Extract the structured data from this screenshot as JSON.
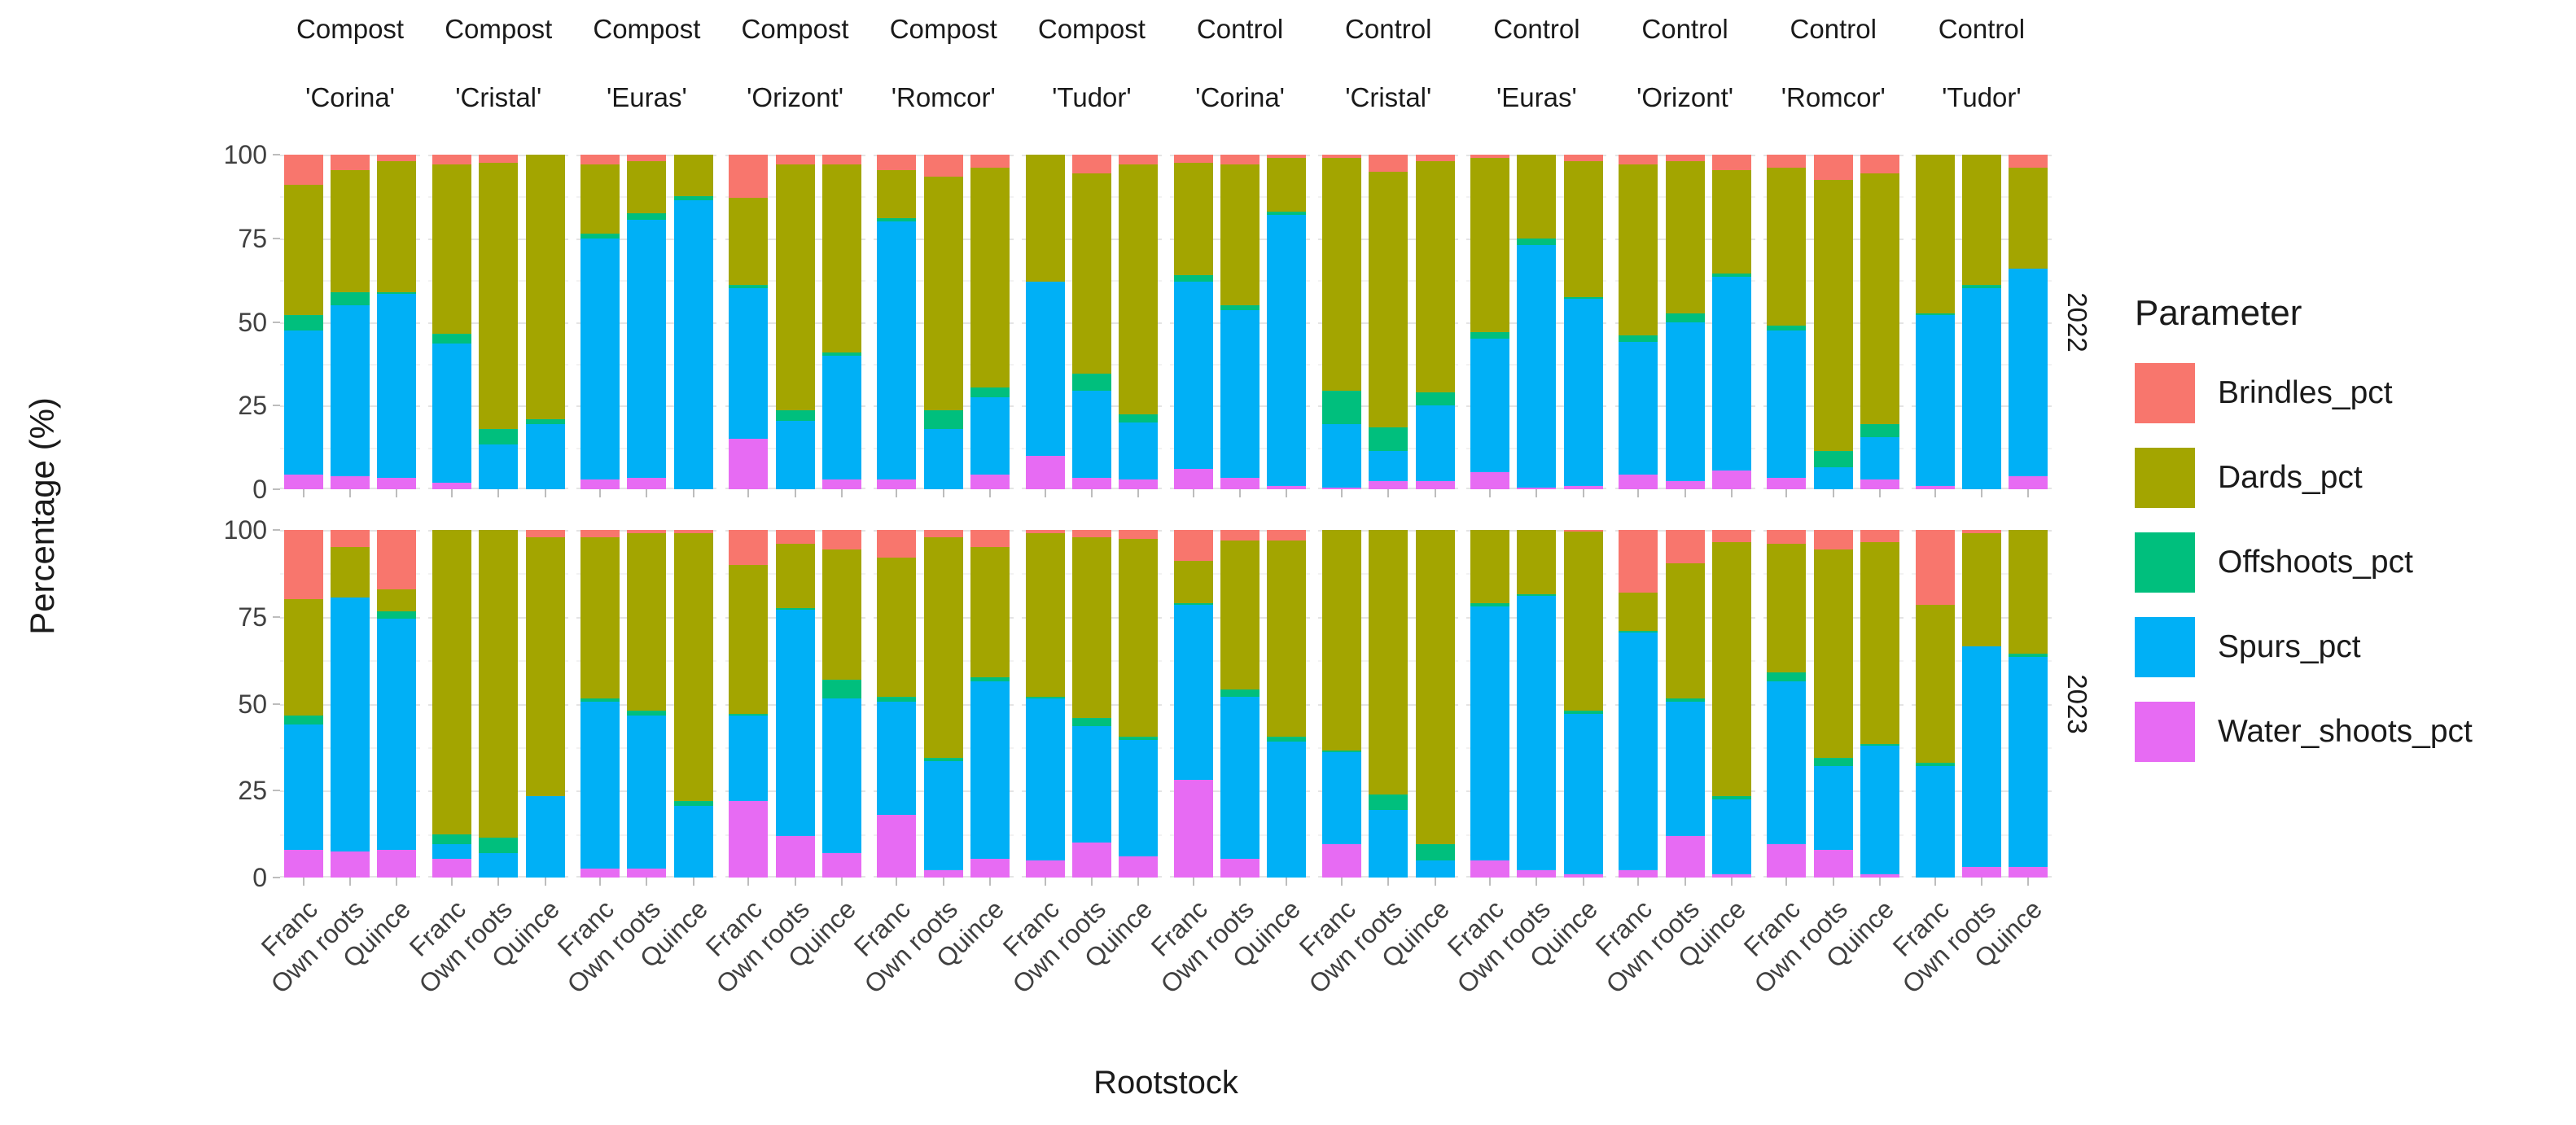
{
  "chart_data": {
    "type": "bar",
    "variant": "stacked-percentage-faceted",
    "y_axis": {
      "label": "Percentage (%)",
      "ticks": [
        0,
        25,
        50,
        75,
        100
      ],
      "range": [
        0,
        100
      ],
      "minor_ticks": [
        12.5,
        37.5,
        62.5,
        87.5
      ]
    },
    "x_axis": {
      "label": "Rootstock",
      "categories": [
        "Franc",
        "Own roots",
        "Quince"
      ]
    },
    "facet_rows": [
      "2022",
      "2023"
    ],
    "facet_cols": [
      {
        "treatment": "Compost",
        "cultivar": "'Corina'"
      },
      {
        "treatment": "Compost",
        "cultivar": "'Cristal'"
      },
      {
        "treatment": "Compost",
        "cultivar": "'Euras'"
      },
      {
        "treatment": "Compost",
        "cultivar": "'Orizont'"
      },
      {
        "treatment": "Compost",
        "cultivar": "'Romcor'"
      },
      {
        "treatment": "Compost",
        "cultivar": "'Tudor'"
      },
      {
        "treatment": "Control",
        "cultivar": "'Corina'"
      },
      {
        "treatment": "Control",
        "cultivar": "'Cristal'"
      },
      {
        "treatment": "Control",
        "cultivar": "'Euras'"
      },
      {
        "treatment": "Control",
        "cultivar": "'Orizont'"
      },
      {
        "treatment": "Control",
        "cultivar": "'Romcor'"
      },
      {
        "treatment": "Control",
        "cultivar": "'Tudor'"
      }
    ],
    "legend": {
      "title": "Parameter",
      "entries": [
        {
          "label": "Brindles_pct",
          "color": "#F8766D"
        },
        {
          "label": "Dards_pct",
          "color": "#A3A500"
        },
        {
          "label": "Offshoots_pct",
          "color": "#00BF7D"
        },
        {
          "label": "Spurs_pct",
          "color": "#00B0F6"
        },
        {
          "label": "Water_shoots_pct",
          "color": "#E76BF3"
        }
      ]
    },
    "stack_order_bottom_to_top": [
      "Water_shoots_pct",
      "Spurs_pct",
      "Offshoots_pct",
      "Dards_pct",
      "Brindles_pct"
    ],
    "stack_colors_bottom_to_top": [
      "#E76BF3",
      "#00B0F6",
      "#00BF7D",
      "#A3A500",
      "#F8766D"
    ],
    "values_note": "values[year][facet_index][bar_index] = [Water_shoots_pct, Spurs_pct, Offshoots_pct, Dards_pct, Brindles_pct]",
    "values": {
      "2022": [
        [
          [
            4.5,
            43,
            4.5,
            39,
            9
          ],
          [
            4,
            51,
            4,
            36.5,
            4.5
          ],
          [
            3.5,
            55,
            0.5,
            39,
            2
          ]
        ],
        [
          [
            2,
            41.5,
            3,
            50.5,
            3
          ],
          [
            0,
            13.5,
            4.5,
            79.5,
            2.5
          ],
          [
            0,
            19.5,
            1.5,
            79,
            0
          ]
        ],
        [
          [
            3,
            72,
            1.5,
            20.5,
            3
          ],
          [
            3.5,
            77,
            2,
            15.5,
            2
          ],
          [
            0,
            86.5,
            1,
            12.5,
            0
          ]
        ],
        [
          [
            15,
            45,
            1,
            26,
            13
          ],
          [
            0,
            20.5,
            3,
            73.5,
            3
          ],
          [
            3,
            37,
            1,
            56,
            3
          ]
        ],
        [
          [
            3,
            77,
            1,
            14.5,
            4.5
          ],
          [
            0,
            18,
            5.5,
            70,
            6.5
          ],
          [
            4.5,
            23,
            3,
            65.5,
            4
          ]
        ],
        [
          [
            10,
            52,
            0,
            38,
            0
          ],
          [
            3.5,
            26,
            5,
            60,
            5.5
          ],
          [
            3,
            17,
            2.5,
            74.5,
            3
          ]
        ],
        [
          [
            6,
            56,
            2,
            33.5,
            2.5
          ],
          [
            3.5,
            50,
            1.5,
            42,
            3
          ],
          [
            1,
            81,
            1,
            16,
            1
          ]
        ],
        [
          [
            0.5,
            19,
            10,
            69.5,
            1
          ],
          [
            2.5,
            9,
            7,
            76.5,
            5
          ],
          [
            2.5,
            22.5,
            4,
            69,
            2
          ]
        ],
        [
          [
            5,
            40,
            2,
            52,
            1
          ],
          [
            0.5,
            72.5,
            2,
            25,
            0
          ],
          [
            1,
            56,
            0.5,
            40.5,
            2
          ]
        ],
        [
          [
            4.5,
            39.5,
            2,
            51,
            3
          ],
          [
            2.5,
            47.5,
            2.5,
            45.5,
            2
          ],
          [
            5.5,
            58,
            1,
            31,
            4.5
          ]
        ],
        [
          [
            3.5,
            44,
            1.5,
            47,
            4
          ],
          [
            0,
            6.5,
            5,
            81,
            7.5
          ],
          [
            3,
            12.5,
            4,
            75,
            5.5
          ]
        ],
        [
          [
            1,
            51,
            0.5,
            47.5,
            0
          ],
          [
            0,
            60,
            1,
            39,
            0
          ],
          [
            4,
            62,
            0,
            30,
            4
          ]
        ]
      ],
      "2023": [
        [
          [
            8,
            36,
            2.5,
            33.5,
            20
          ],
          [
            7.5,
            73,
            0,
            14.5,
            5
          ],
          [
            8,
            66.5,
            2,
            6.5,
            17
          ]
        ],
        [
          [
            5.5,
            4,
            3,
            87.5,
            0
          ],
          [
            0,
            7,
            4.5,
            88.5,
            0
          ],
          [
            0,
            23.5,
            0,
            74.5,
            2
          ]
        ],
        [
          [
            2.5,
            48,
            1,
            46.5,
            2
          ],
          [
            2.5,
            44,
            1.5,
            51,
            1
          ],
          [
            0,
            20.5,
            1.5,
            77,
            1
          ]
        ],
        [
          [
            22,
            24.5,
            0.5,
            43,
            10
          ],
          [
            12,
            65,
            0.5,
            18.5,
            4
          ],
          [
            7,
            44.5,
            5.5,
            37.5,
            5.5
          ]
        ],
        [
          [
            18,
            32.5,
            1.5,
            40,
            8
          ],
          [
            2,
            31.5,
            1,
            63.5,
            2
          ],
          [
            5.5,
            51,
            1,
            37.5,
            5
          ]
        ],
        [
          [
            5,
            46.5,
            0.5,
            47,
            1
          ],
          [
            10,
            33.5,
            2.5,
            52,
            2
          ],
          [
            6,
            33.5,
            1,
            57,
            2.5
          ]
        ],
        [
          [
            28,
            50.5,
            0.5,
            12,
            9
          ],
          [
            5.5,
            46.5,
            2,
            43,
            3
          ],
          [
            0,
            39,
            1.5,
            56.5,
            3
          ]
        ],
        [
          [
            9.5,
            26.5,
            0.5,
            63.5,
            0
          ],
          [
            0,
            19.5,
            4.5,
            76,
            0
          ],
          [
            0,
            5,
            4.5,
            90.5,
            0
          ]
        ],
        [
          [
            5,
            73,
            1,
            21,
            0
          ],
          [
            2,
            79,
            0.5,
            18.5,
            0
          ],
          [
            1,
            46,
            1,
            51.5,
            0.5
          ]
        ],
        [
          [
            2,
            68.5,
            0.5,
            11,
            18
          ],
          [
            12,
            38.5,
            1,
            39,
            9.5
          ],
          [
            1,
            21.5,
            1,
            73,
            3.5
          ]
        ],
        [
          [
            9.5,
            47,
            2.5,
            37,
            4
          ],
          [
            8,
            24,
            2.5,
            60,
            5.5
          ],
          [
            1,
            37,
            0.5,
            58,
            3.5
          ]
        ],
        [
          [
            0,
            32,
            1,
            45.5,
            21.5
          ],
          [
            3,
            63.5,
            0,
            32.5,
            1
          ],
          [
            3,
            60.5,
            1,
            35.5,
            0
          ]
        ]
      ]
    },
    "layout_hints": {
      "grid": "on",
      "legend_position": "right",
      "bar_gap": "small",
      "x_tick_label_angle": 45
    }
  }
}
